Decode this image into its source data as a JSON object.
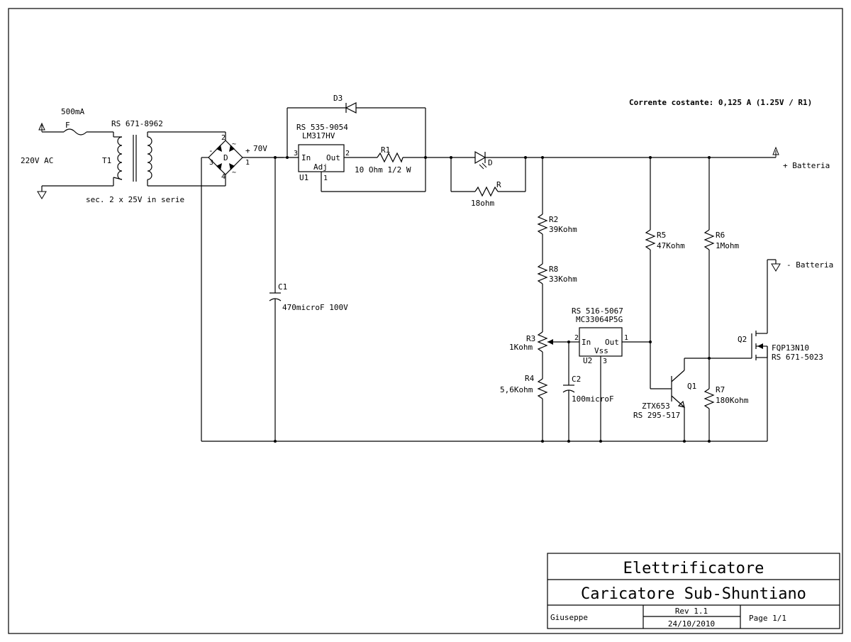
{
  "notes": {
    "constant_current": "Corrente costante: 0,125 A (1.25V / R1)"
  },
  "components": {
    "fuse": {
      "ref": "F",
      "value": "500mA"
    },
    "transformer": {
      "ref": "T1",
      "part": "RS 671-8962",
      "secondary": "sec. 2 x 25V in serie"
    },
    "mains": {
      "label": "220V AC"
    },
    "bridge": {
      "ref": "D",
      "pin1": "1",
      "pin2": "2",
      "pin3": "3",
      "pin4": "4",
      "plus": "+",
      "minus": "-",
      "ac1": "~",
      "ac2": "~"
    },
    "rail": {
      "label": "70V"
    },
    "c1": {
      "ref": "C1",
      "value": "470microF 100V"
    },
    "d3": {
      "ref": "D3"
    },
    "u1": {
      "ref": "U1",
      "part": "RS 535-9054",
      "model": "LM317HV",
      "pin_in": "In",
      "pin_out": "Out",
      "pin_adj": "Adj",
      "pin3": "3",
      "pin2": "2",
      "pin1": "1"
    },
    "r1": {
      "ref": "R1",
      "value": "10 Ohm 1/2 W"
    },
    "led": {
      "ref": "D"
    },
    "r_led": {
      "ref": "R",
      "value": "18ohm"
    },
    "bat_plus": {
      "label": "+ Batteria"
    },
    "bat_minus": {
      "label": "- Batteria"
    },
    "r2": {
      "ref": "R2",
      "value": "39Kohm"
    },
    "r8": {
      "ref": "R8",
      "value": "33Kohm"
    },
    "r3": {
      "ref": "R3",
      "value": "1Kohm"
    },
    "r4": {
      "ref": "R4",
      "value": "5,6Kohm"
    },
    "c2": {
      "ref": "C2",
      "value": "100microF"
    },
    "u2": {
      "ref": "U2",
      "part": "RS 516-5067",
      "model": "MC33064P5G",
      "pin_in": "In",
      "pin_out": "Out",
      "pin_vss": "Vss",
      "pin2": "2",
      "pin1": "1",
      "pin3": "3"
    },
    "r5": {
      "ref": "R5",
      "value": "47Kohm"
    },
    "r6": {
      "ref": "R6",
      "value": "1Mohm"
    },
    "r7": {
      "ref": "R7",
      "value": "180Kohm"
    },
    "q1": {
      "ref": "Q1",
      "model": "ZTX653",
      "part": "RS 295-517"
    },
    "q2": {
      "ref": "Q2",
      "model": "FQP13N10",
      "part": "RS 671-5023"
    }
  },
  "title_block": {
    "project": "Elettrificatore",
    "title": "Caricatore Sub-Shuntiano",
    "author": "Giuseppe",
    "revision": "Rev 1.1",
    "date": "24/10/2010",
    "page": "Page 1/1"
  }
}
